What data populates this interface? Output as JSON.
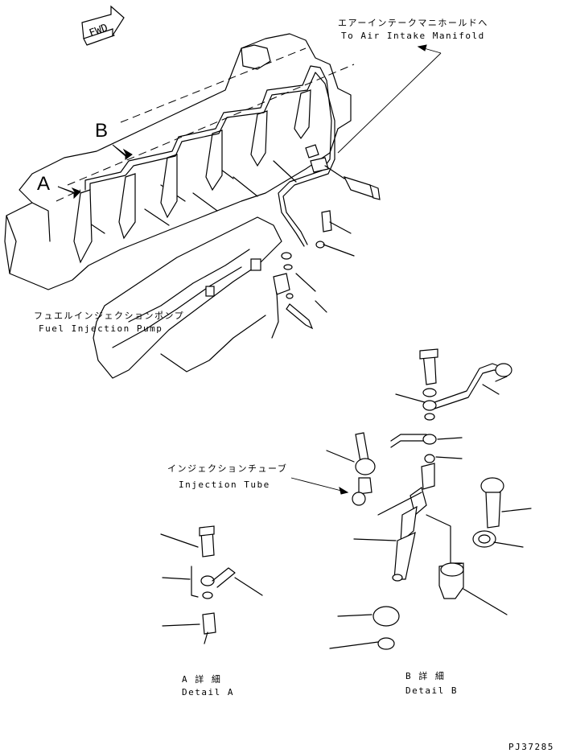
{
  "fwd_label": "FWD",
  "view_a": "A",
  "view_b": "B",
  "labels": {
    "air_intake_jp": "エアーインテークマニホールドへ",
    "air_intake_en": "To Air Intake Manifold",
    "fuel_pump_jp": "フュエルインジェクションポンプ",
    "fuel_pump_en": "Fuel Injection Pump",
    "injection_tube_jp": "インジェクションチューブ",
    "injection_tube_en": "Injection Tube",
    "detail_a_jp": "A 詳 細",
    "detail_a_en": "Detail A",
    "detail_b_jp": "B 詳 細",
    "detail_b_en": "Detail B"
  },
  "drawing_code": "PJ37285"
}
